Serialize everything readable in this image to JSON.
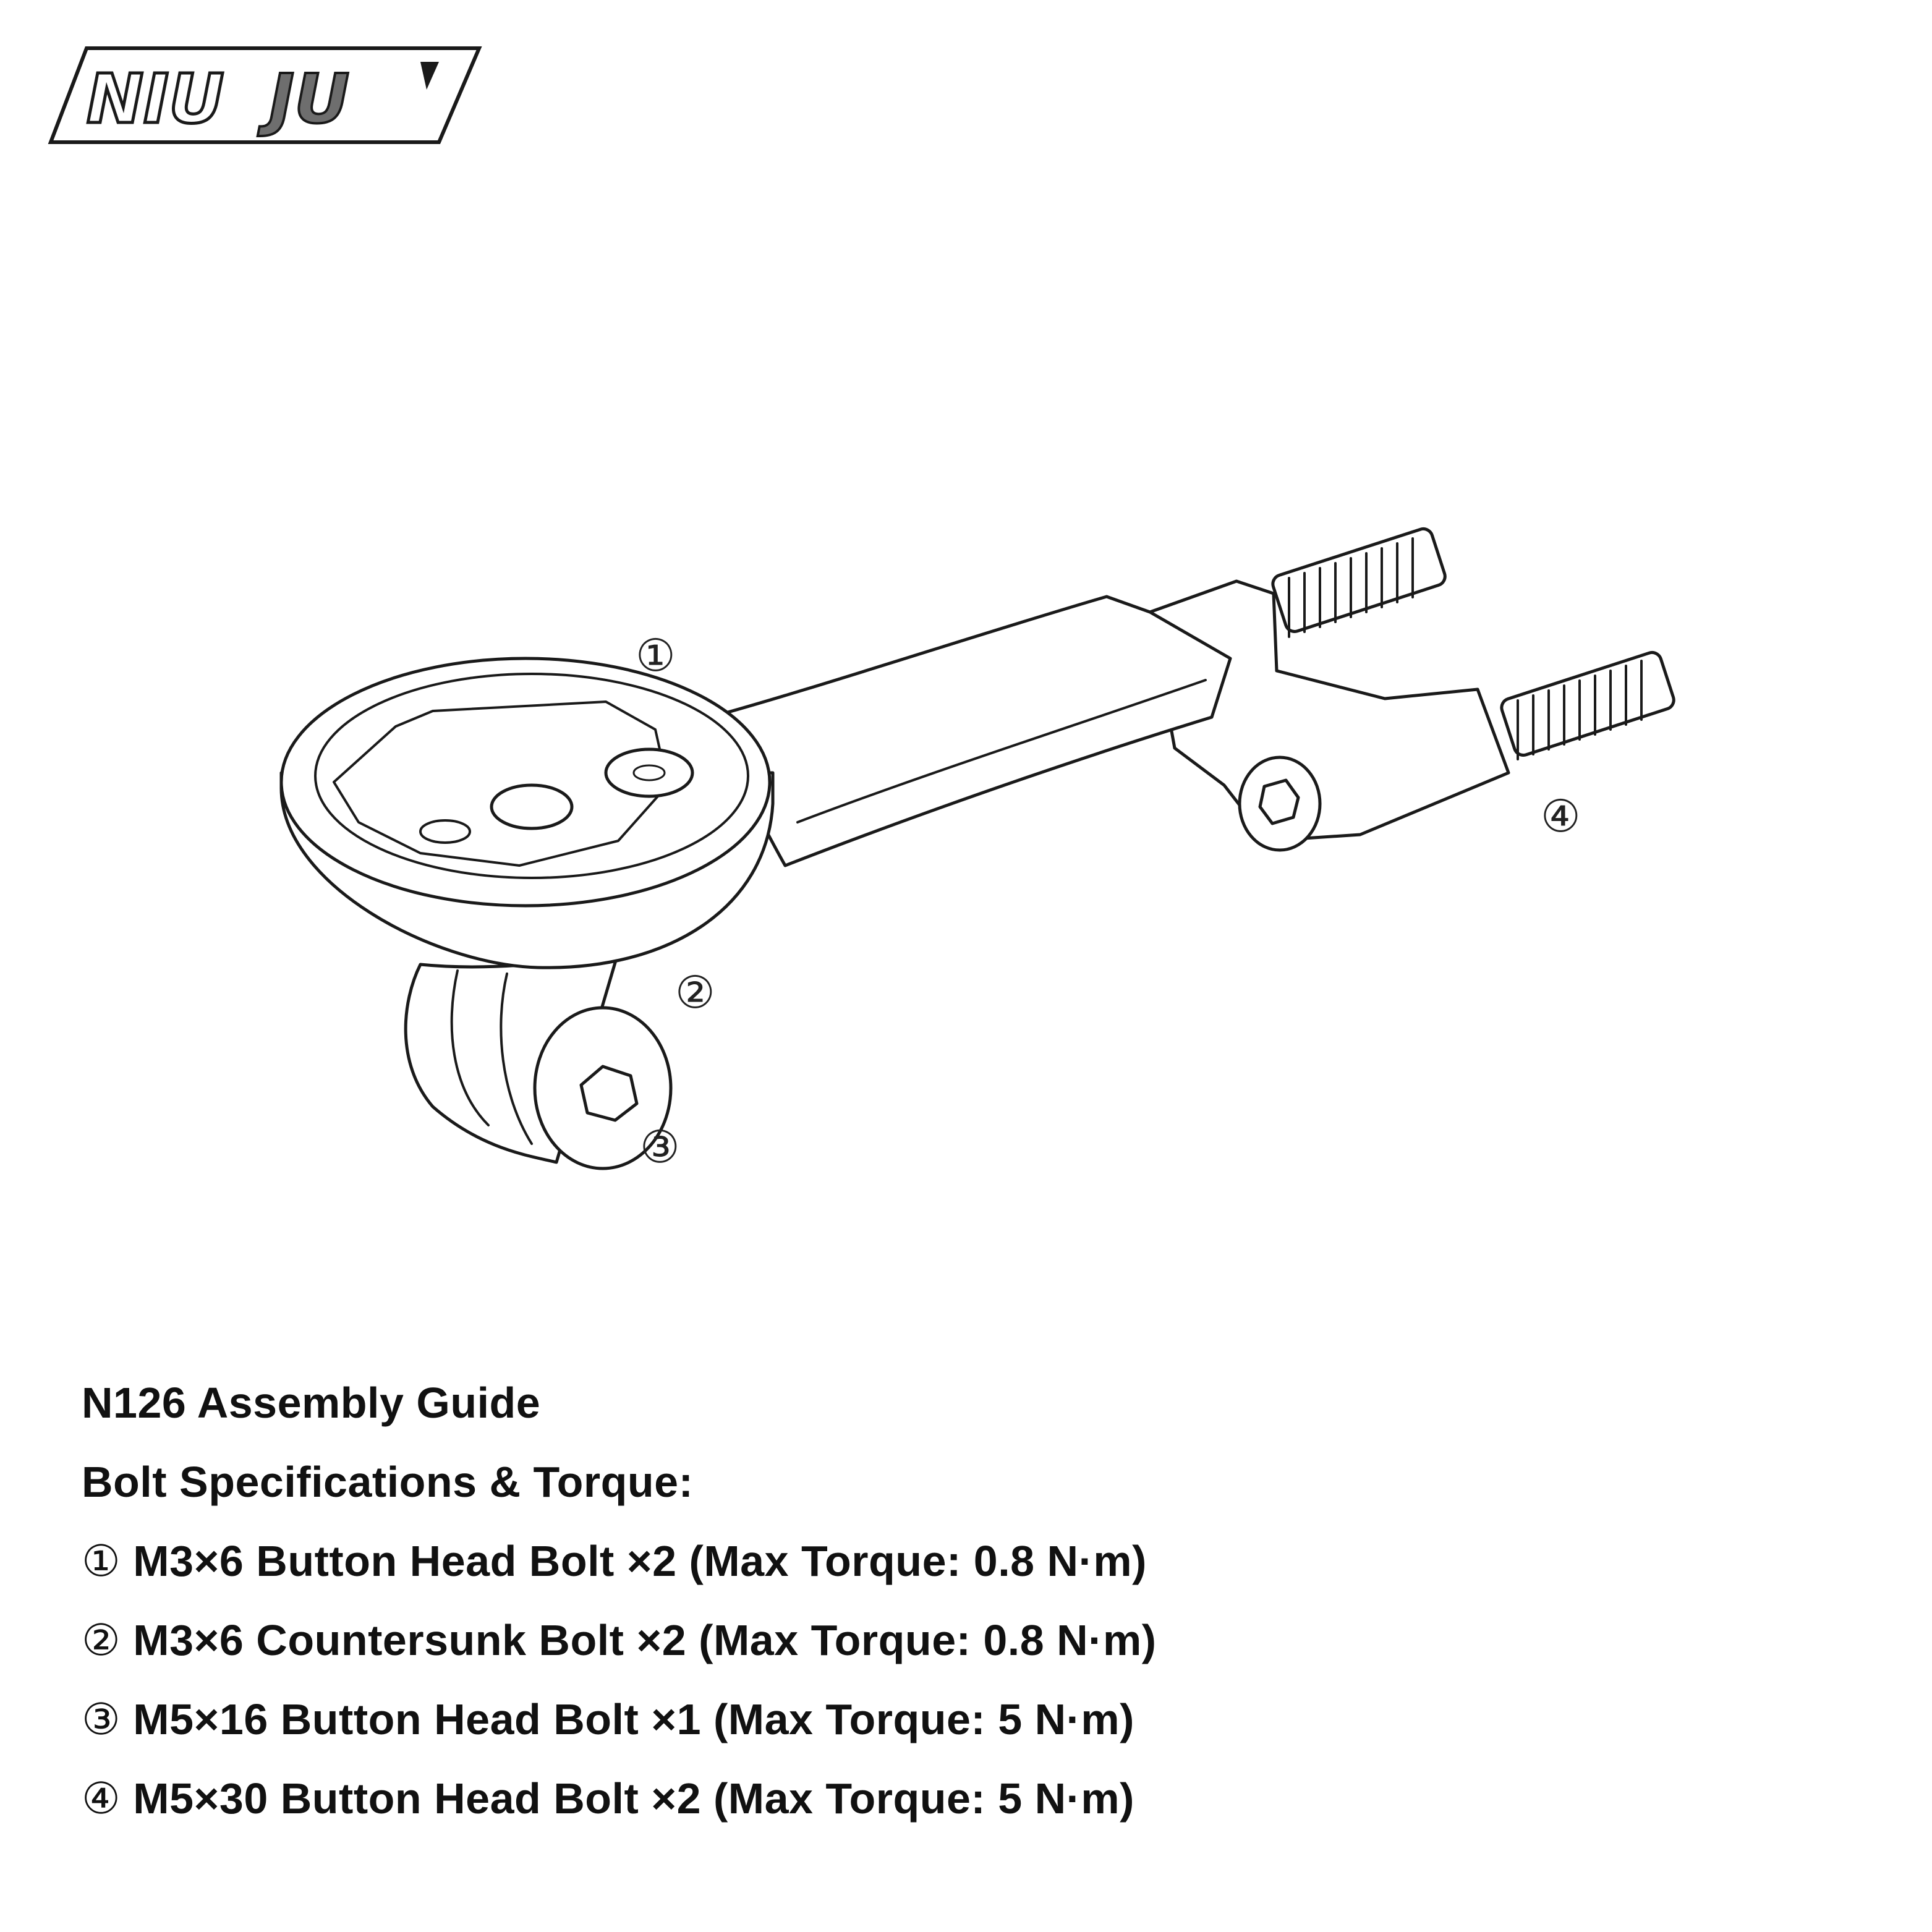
{
  "logo": {
    "text": "NIU JU"
  },
  "diagram": {
    "callouts": [
      "①",
      "②",
      "③",
      "④"
    ],
    "colors": {
      "line": "#1a1a1a",
      "fill": "#ffffff",
      "logo_gray": "#6e6e6e"
    }
  },
  "guide": {
    "title": "N126 Assembly Guide",
    "subtitle": "Bolt Specifications & Torque:",
    "items": [
      {
        "num": "①",
        "text": "M3×6 Button Head Bolt ×2 (Max Torque: 0.8 N·m)"
      },
      {
        "num": "②",
        "text": "M3×6 Countersunk Bolt ×2 (Max Torque: 0.8 N·m)"
      },
      {
        "num": "③",
        "text": "M5×16 Button Head Bolt ×1 (Max Torque: 5 N·m)"
      },
      {
        "num": "④",
        "text": "M5×30 Button Head Bolt ×2 (Max Torque: 5 N·m)"
      }
    ]
  }
}
